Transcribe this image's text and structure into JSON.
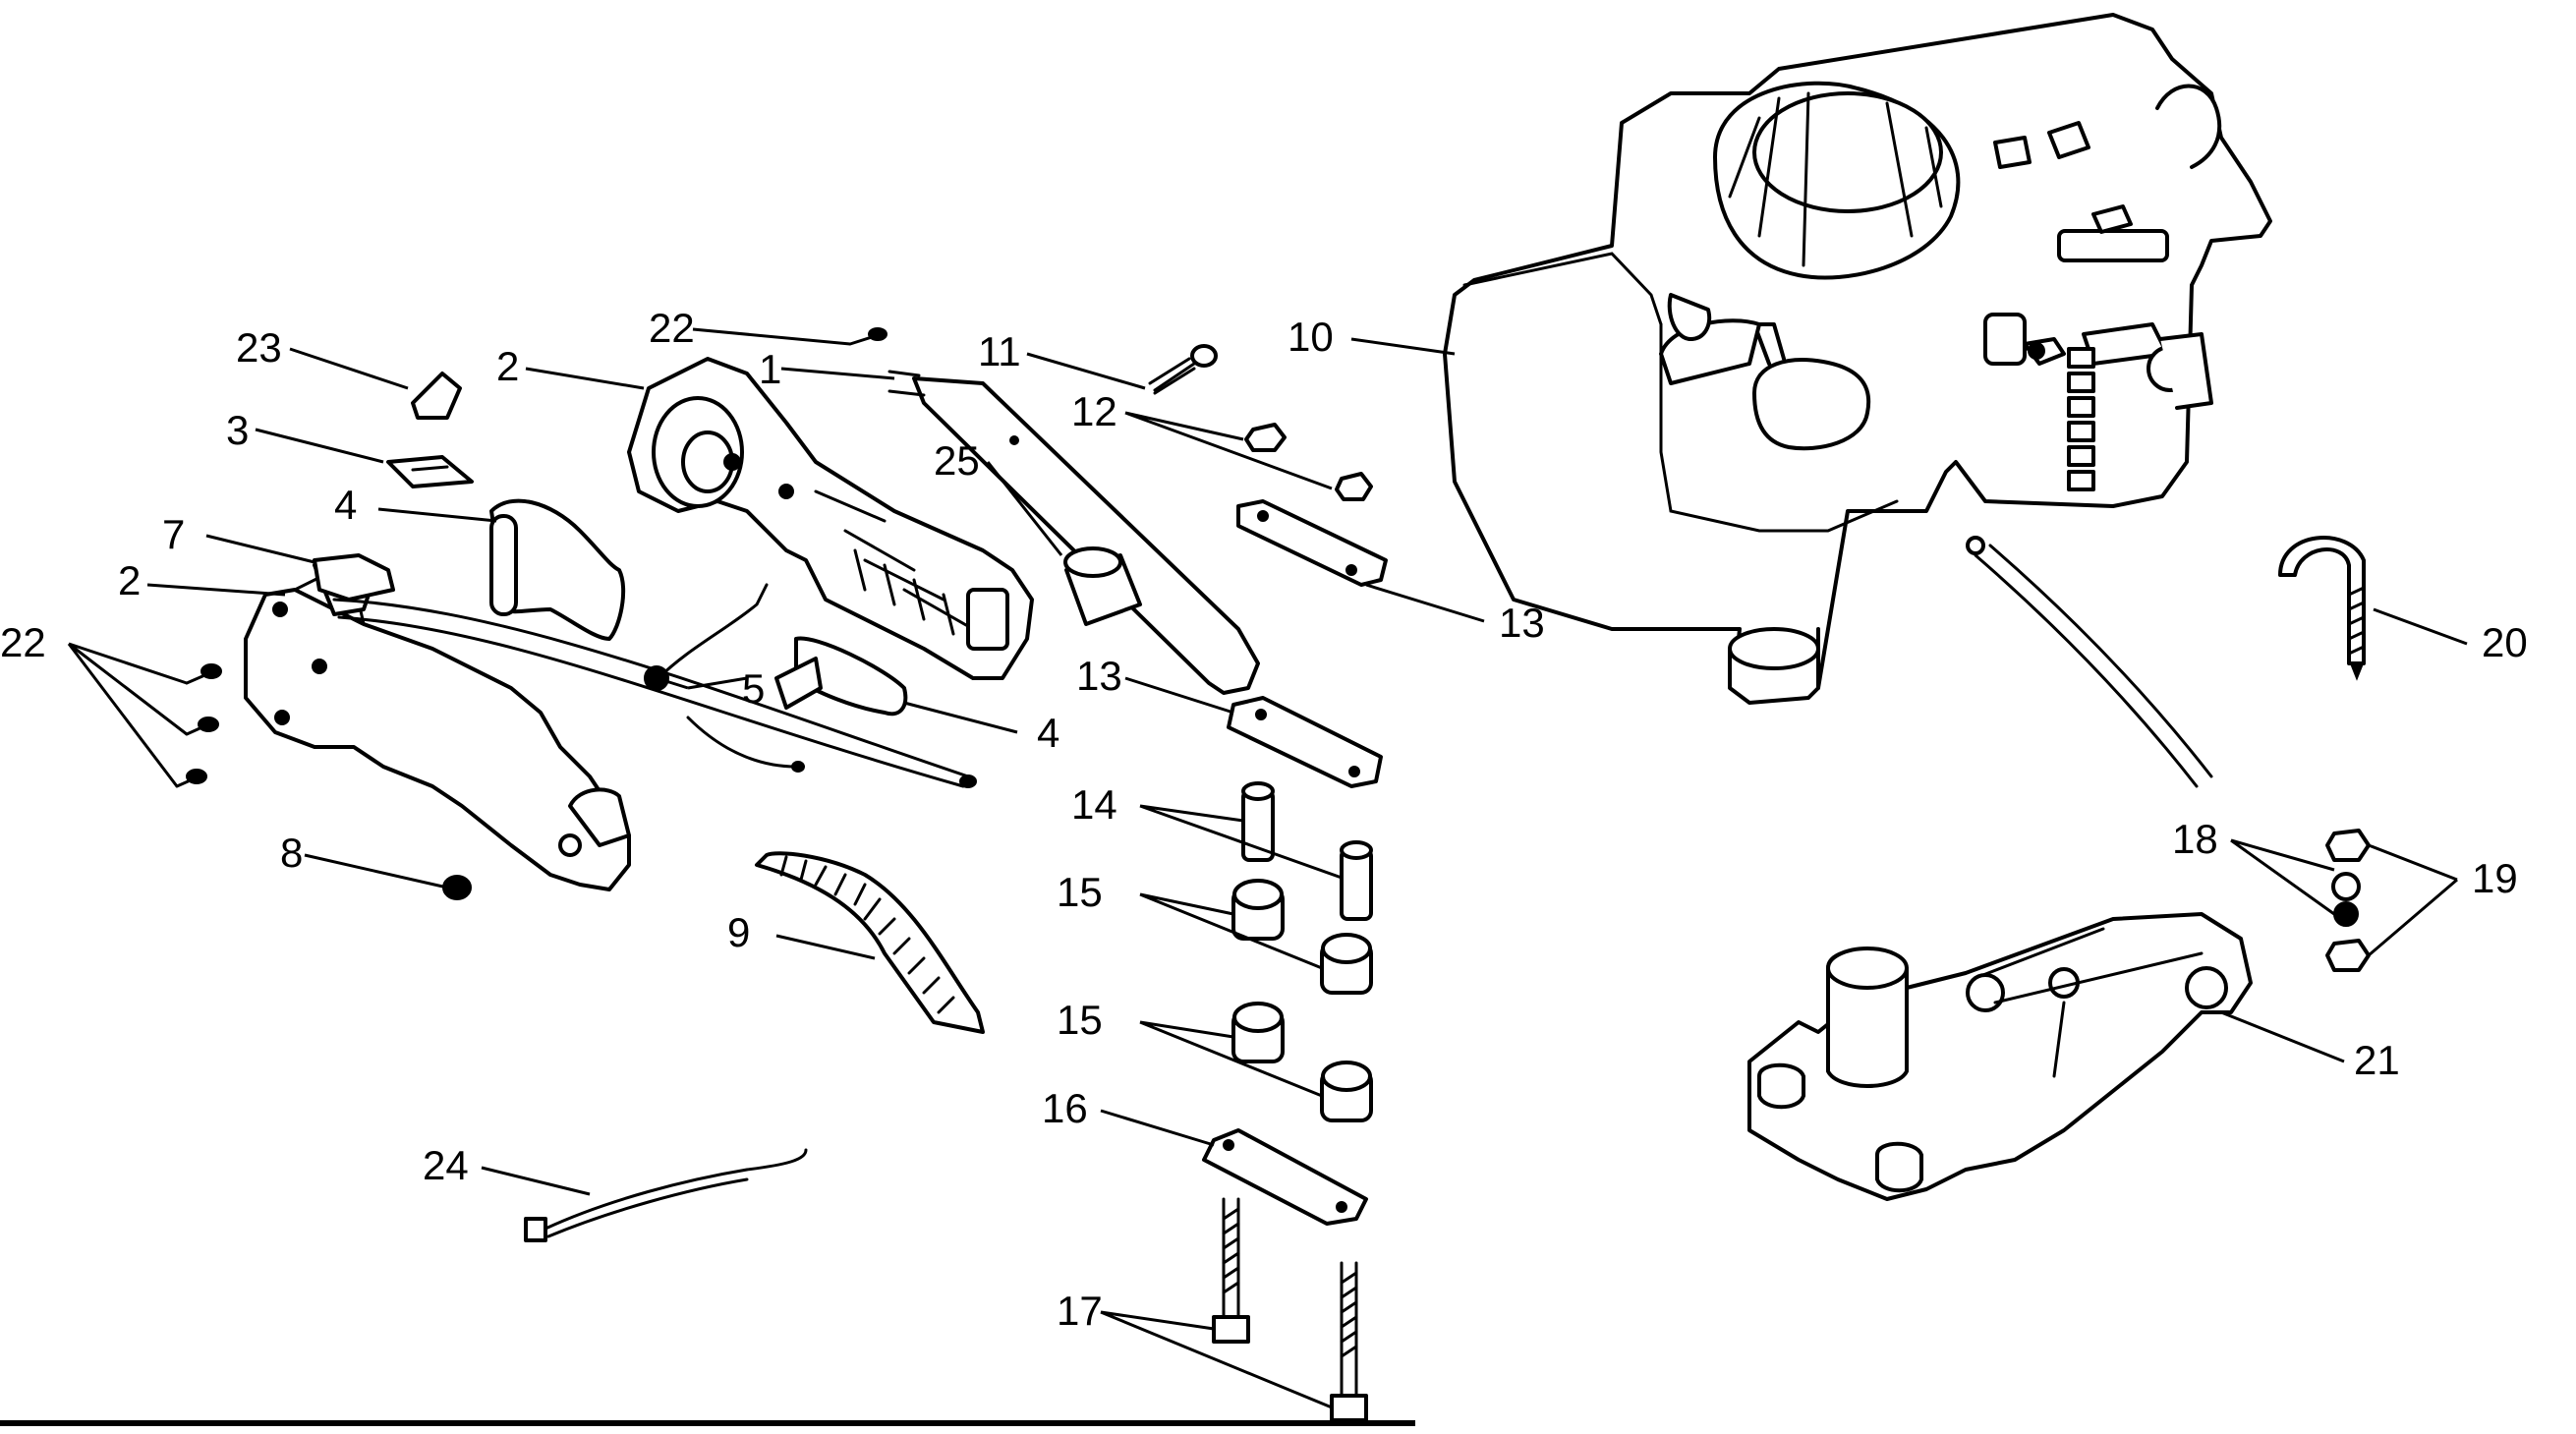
{
  "diagram": {
    "callouts": [
      {
        "id": "c1",
        "text": "1"
      },
      {
        "id": "c2a",
        "text": "2"
      },
      {
        "id": "c2b",
        "text": "2"
      },
      {
        "id": "c3",
        "text": "3"
      },
      {
        "id": "c4a",
        "text": "4"
      },
      {
        "id": "c4b",
        "text": "4"
      },
      {
        "id": "c5",
        "text": "5"
      },
      {
        "id": "c7",
        "text": "7"
      },
      {
        "id": "c8",
        "text": "8"
      },
      {
        "id": "c9",
        "text": "9"
      },
      {
        "id": "c10",
        "text": "10"
      },
      {
        "id": "c11",
        "text": "11"
      },
      {
        "id": "c12",
        "text": "12"
      },
      {
        "id": "c13a",
        "text": "13"
      },
      {
        "id": "c13b",
        "text": "13"
      },
      {
        "id": "c14",
        "text": "14"
      },
      {
        "id": "c15a",
        "text": "15"
      },
      {
        "id": "c15b",
        "text": "15"
      },
      {
        "id": "c16",
        "text": "16"
      },
      {
        "id": "c17",
        "text": "17"
      },
      {
        "id": "c18",
        "text": "18"
      },
      {
        "id": "c19",
        "text": "19"
      },
      {
        "id": "c20",
        "text": "20"
      },
      {
        "id": "c21",
        "text": "21"
      },
      {
        "id": "c22a",
        "text": "22"
      },
      {
        "id": "c22b",
        "text": "22"
      },
      {
        "id": "c23",
        "text": "23"
      },
      {
        "id": "c24",
        "text": "24"
      },
      {
        "id": "c25",
        "text": "25"
      }
    ]
  }
}
